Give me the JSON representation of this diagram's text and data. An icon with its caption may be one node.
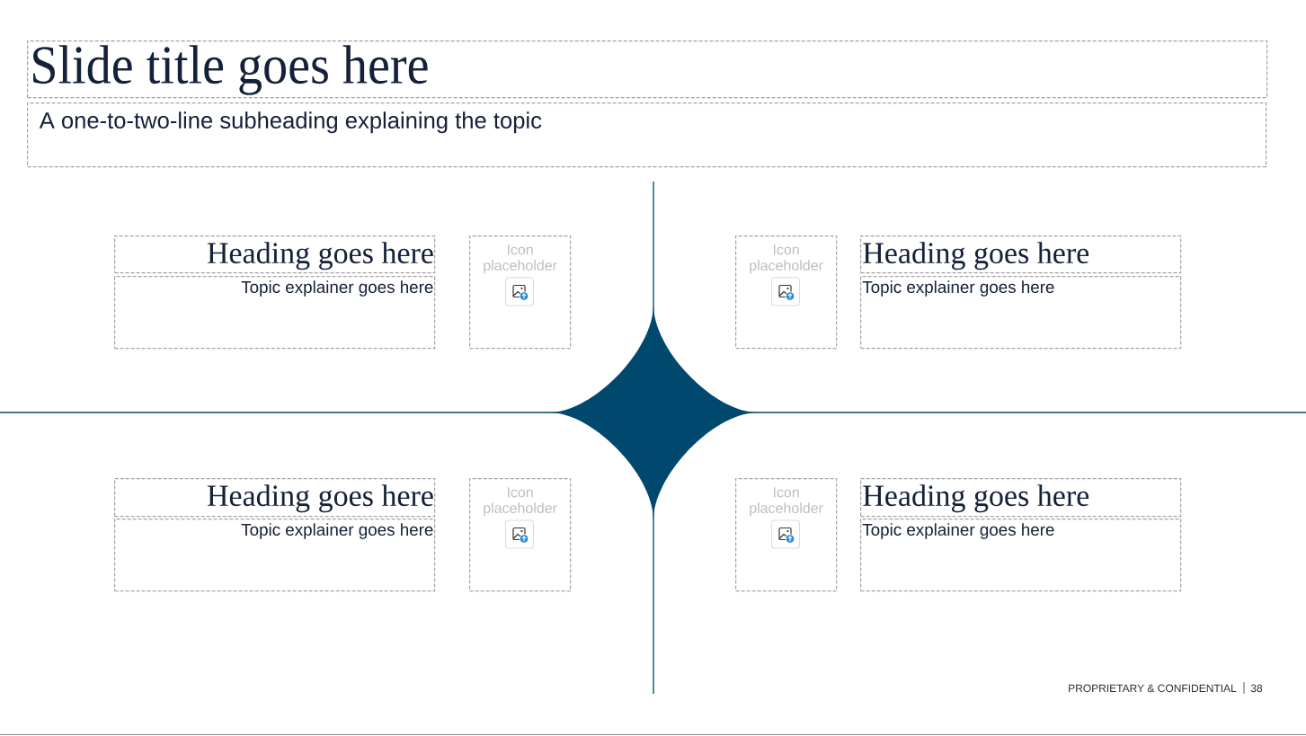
{
  "diagram": {
    "nodes": [
      {
        "text": [
          "Slide title goes here"
        ]
      },
      {
        "text": [
          "A one-to-two-line subheading explaining the topic"
        ]
      },
      {
        "text": [
          "Heading goes here"
        ]
      },
      {
        "text": [
          "Topic explainer goes here"
        ]
      },
      {
        "text": [
          "Icon placeholder"
        ]
      },
      {
        "text": [
          "Icon placeholder"
        ]
      },
      {
        "text": [
          "Heading goes here"
        ]
      },
      {
        "text": [
          "Topic explainer goes here"
        ]
      },
      {
        "text": [],
        "shape": "star"
      },
      {
        "text": [
          "Heading goes here"
        ]
      },
      {
        "text": [
          "Topic explainer goes here"
        ]
      },
      {
        "text": [
          "Icon placeholder"
        ]
      },
      {
        "text": [
          "Icon placeholder"
        ]
      },
      {
        "text": [
          "Heading goes here"
        ]
      },
      {
        "text": [
          "Topic explainer goes here"
        ]
      }
    ],
    "labels": [
      "PROPRIETARY & CONFIDENTIAL",
      "38"
    ]
  }
}
